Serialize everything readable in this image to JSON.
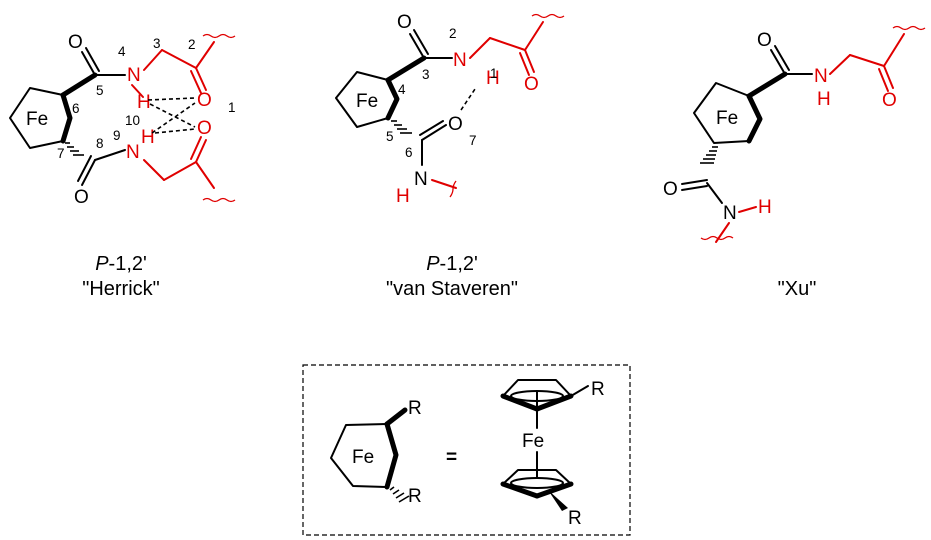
{
  "structures": [
    {
      "descriptor": "P-1,2'",
      "descriptor_letter": "P",
      "descriptor_rest": "-1,2'",
      "name": "\"Herrick\"",
      "atoms": {
        "metal": "Fe",
        "o_top": "O",
        "n_top": "N",
        "h_top": "H",
        "o_red_top": "O",
        "n_bottom": "N",
        "h_bottom": "H",
        "o_red_bottom": "O",
        "o_bottom": "O"
      },
      "numbering": [
        "1",
        "2",
        "3",
        "4",
        "5",
        "6",
        "7",
        "8",
        "9",
        "10"
      ]
    },
    {
      "descriptor": "P-1,2'",
      "descriptor_letter": "P",
      "descriptor_rest": "-1,2'",
      "name": "\"van Staveren\"",
      "atoms": {
        "metal": "Fe",
        "o_top": "O",
        "n_top": "N",
        "h_top": "H",
        "o_red": "O",
        "o_amide": "O",
        "n_bottom": "N",
        "h_bottom": "H"
      },
      "numbering": [
        "1",
        "2",
        "3",
        "4",
        "5",
        "6",
        "7"
      ]
    },
    {
      "descriptor": "",
      "name": "\"Xu\"",
      "atoms": {
        "metal": "Fe",
        "o_top": "O",
        "n_top": "N",
        "h_top": "H",
        "o_red": "O",
        "o_bottom": "O",
        "n_bottom": "N",
        "h_bottom": "H"
      }
    }
  ],
  "legend": {
    "metal": "Fe",
    "substituent": "R",
    "equals": "="
  },
  "colors": {
    "bond": "#000000",
    "highlight": "#e00000"
  }
}
